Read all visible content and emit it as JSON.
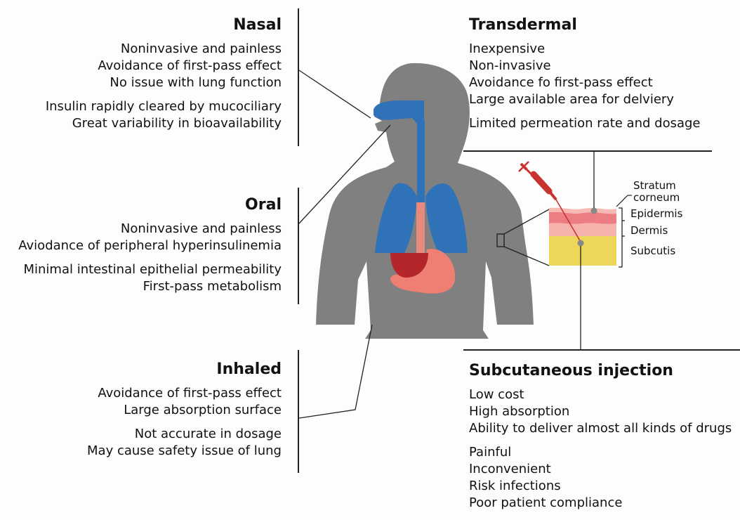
{
  "nasal": {
    "title": "Nasal",
    "pros": [
      "Noninvasive and painless",
      "Avoidance of first-pass effect",
      "No issue with lung function"
    ],
    "cons": [
      "Insulin rapidly cleared by mucociliary",
      "Great variability in bioavailability"
    ]
  },
  "oral": {
    "title": "Oral",
    "pros": [
      "Noninvasive and painless",
      "Aviodance of peripheral hyperinsulinemia"
    ],
    "cons": [
      "Minimal intestinal epithelial permeability",
      "First-pass metabolism"
    ]
  },
  "inhaled": {
    "title": "Inhaled",
    "pros": [
      "Avoidance of first-pass effect",
      "Large absorption surface"
    ],
    "cons": [
      "Not accurate in dosage",
      "May cause safety issue of lung"
    ]
  },
  "transdermal": {
    "title": "Transdermal",
    "pros": [
      "Inexpensive",
      "Non-invasive",
      "Avoidance fo first-pass effect",
      "Large available area for delviery"
    ],
    "cons": [
      "Limited permeation rate and dosage"
    ]
  },
  "subcutaneous": {
    "title": "Subcutaneous injection",
    "pros": [
      "Low cost",
      "High absorption",
      "Ability to deliver almost all kinds of drugs"
    ],
    "cons": [
      "Painful",
      "Inconvenient",
      "Risk infections",
      "Poor patient compliance"
    ]
  },
  "skin_layers": {
    "stratum_line1": "Stratum",
    "stratum_line2": "corneum",
    "epidermis": "Epidermis",
    "dermis": "Dermis",
    "subcutis": "Subcutis"
  },
  "colors": {
    "body": "#808080",
    "airway": "#2f72b8",
    "liver": "#b5262b",
    "stomach": "#ee7f72",
    "esophagus": "#e8897e",
    "skin_top": "#f7b9b4",
    "skin_epidermis": "#ec7d83",
    "skin_dermis": "#f6b3ae",
    "skin_subcutis": "#ecd75a",
    "syringe": "#c8322f"
  }
}
